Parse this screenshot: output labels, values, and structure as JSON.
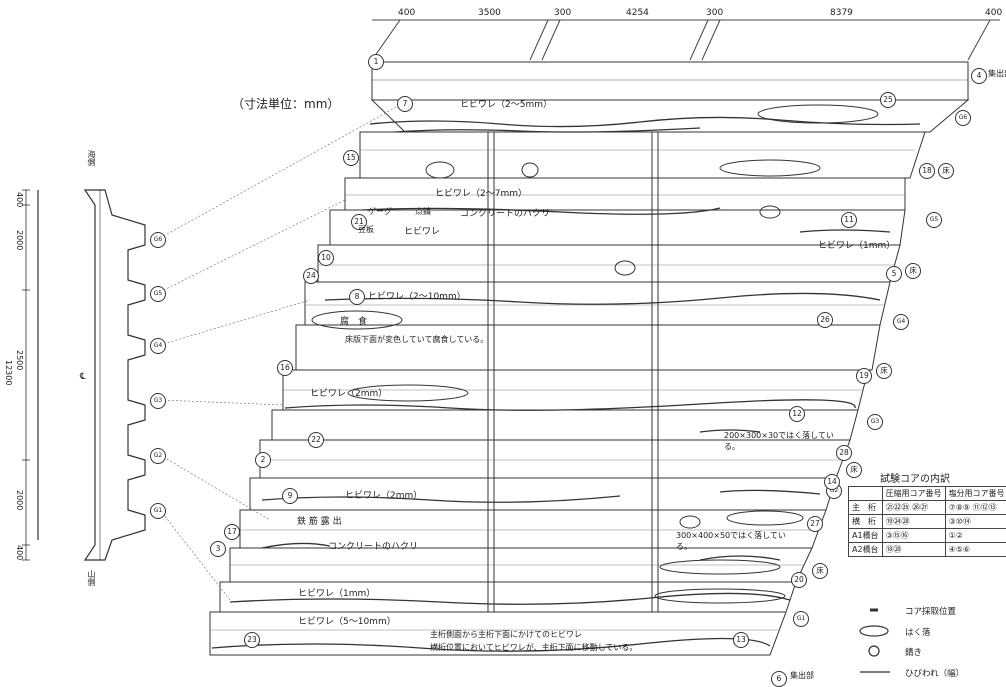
{
  "dimensions": [
    "400",
    "3500",
    "300",
    "4254",
    "300",
    "8379",
    "400"
  ],
  "unit_note": "（寸法単位：mm）",
  "section": {
    "left_labels": [
      "400",
      "2000",
      "2500",
      "12300",
      "2000",
      "400"
    ],
    "side_top": "海側",
    "side_bottom": "山側",
    "centerline": "℄",
    "girders": [
      "G6",
      "G5",
      "G4",
      "G3",
      "G2",
      "G1"
    ]
  },
  "markers": {
    "start_circle": "1",
    "end_circle_top": "4",
    "end_circle_bottom": "6",
    "bearing_top": "集出部",
    "bearing_bottom": "集出部",
    "girder_tags": [
      "G6",
      "G5",
      "G4",
      "G3",
      "G2",
      "G1"
    ],
    "deck_tag": "床",
    "core_numbers": [
      "7",
      "25",
      "15",
      "18",
      "21",
      "11",
      "10",
      "24",
      "5",
      "8",
      "26",
      "16",
      "19",
      "22",
      "12",
      "2",
      "28",
      "9",
      "14",
      "27",
      "17",
      "3",
      "20",
      "23",
      "13"
    ]
  },
  "annotations": [
    "ヒビワレ（2～5mm）",
    "ヒビワレ（2～7mm）",
    "点錆",
    "ゲーグ",
    "コンクリートのハクリ",
    "豆板",
    "ヒビワレ",
    "ヒビワレ（1mm）",
    "ヒビワレ（2～10mm）",
    "腐　食",
    "床版下面が変色していて腐食している。",
    "ヒビワレ（2mm）",
    "200×300×30ではく落している。",
    "ヒビワレ（2mm）",
    "鉄 筋 露 出",
    "コンクリートのハクリ",
    "300×400×50ではく落している。",
    "ヒビワレ（1mm）",
    "ヒビワレ（5～10mm）",
    "主桁側面から主桁下面にかけてのヒビワレ",
    "横桁位置においてヒビワレが、主桁下面に移動している。"
  ],
  "legend": {
    "title": "試験コアの内訳",
    "headers": [
      "",
      "圧縮用コア番号",
      "塩分用コア番号"
    ],
    "rows": [
      {
        "name": "主　桁",
        "compress": "㉑㉒㉕ ㉖㉗",
        "salt": "⑦⑧⑨ ⑪⑫⑬"
      },
      {
        "name": "横　桁",
        "compress": "⑲㉔㉘",
        "salt": "③⑩⑭"
      },
      {
        "name": "A1橋台",
        "compress": "③⑮⑯",
        "salt": "①②"
      },
      {
        "name": "A2橋台",
        "compress": "⑱⑳",
        "salt": "④⑤⑥"
      }
    ],
    "symbols": [
      "コア採取位置",
      "はく落",
      "錆き",
      "ひびわれ（幅）"
    ]
  }
}
